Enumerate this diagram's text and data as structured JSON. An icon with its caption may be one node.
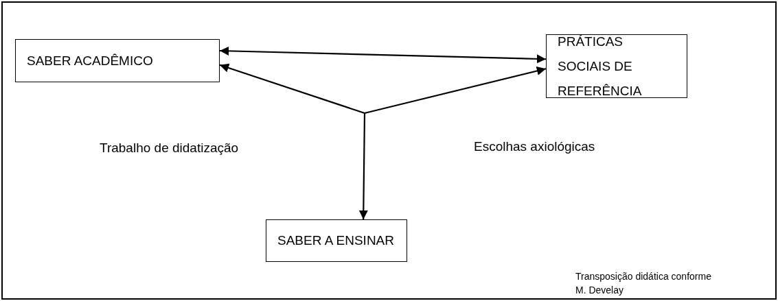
{
  "diagram": {
    "nodes": [
      {
        "text": [
          "SABER ACADÊMICO"
        ]
      },
      {
        "text": [
          "PRÁTICAS SOCIAIS DE REFERÊNCIA"
        ]
      },
      {
        "text": [
          "SABER A ENSINAR"
        ]
      }
    ],
    "edges": [
      {
        "from": 0,
        "to": 1,
        "arrow": "both"
      },
      {
        "from": null,
        "to": 0,
        "arrow": "to"
      },
      {
        "from": null,
        "to": 1,
        "arrow": "to"
      },
      {
        "from": null,
        "to": 2,
        "arrow": "to"
      }
    ],
    "labels": [
      "Trabalho de didatização",
      "Escolhas axiológicas",
      "Transposição didática conforme M. Develay"
    ]
  }
}
